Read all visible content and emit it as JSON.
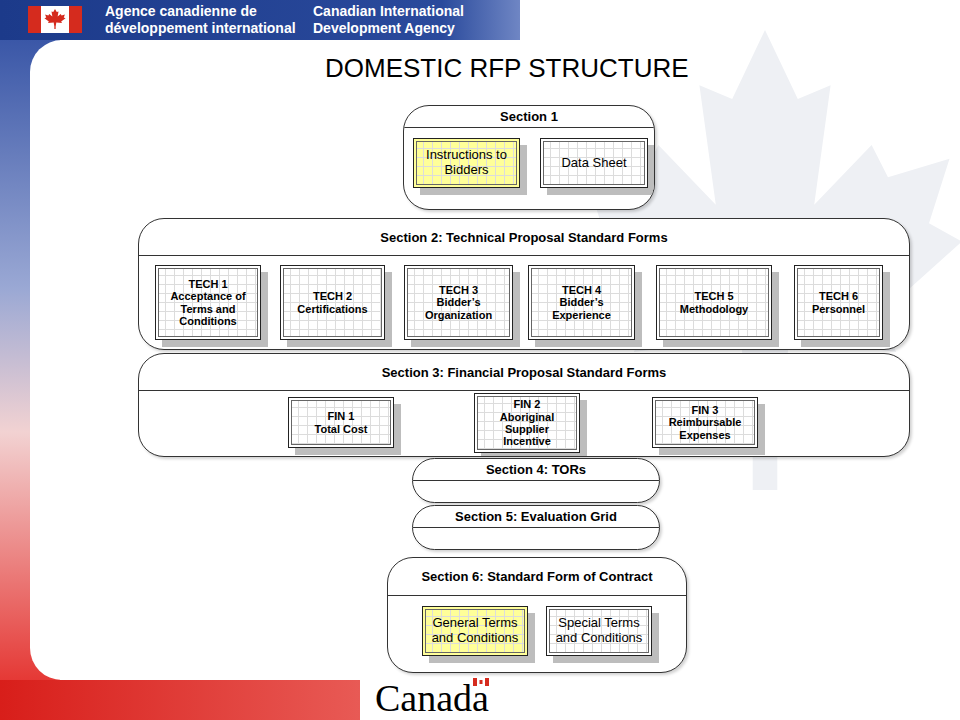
{
  "diagram": {
    "title": "DOMESTIC RFP STRUCTURE",
    "nodes": [
      {
        "text": [
          "Section 1"
        ]
      },
      {
        "text": [
          "Instructions to Bidders"
        ],
        "in": 0
      },
      {
        "text": [
          "Data Sheet"
        ],
        "in": 0
      },
      {
        "text": [
          "Section 2: Technical Proposal Standard Forms"
        ]
      },
      {
        "text": [
          "TECH 1",
          "Acceptance of Terms and Conditions"
        ],
        "in": 3
      },
      {
        "text": [
          "TECH 2",
          "Certifications"
        ],
        "in": 3
      },
      {
        "text": [
          "TECH 3",
          "Bidder’s Organization"
        ],
        "in": 3
      },
      {
        "text": [
          "TECH 4",
          "Bidder’s Experience"
        ],
        "in": 3
      },
      {
        "text": [
          "TECH 5",
          "Methodology"
        ],
        "in": 3
      },
      {
        "text": [
          "TECH 6",
          "Personnel"
        ],
        "in": 3
      },
      {
        "text": [
          "Section 3: Financial Proposal Standard Forms"
        ]
      },
      {
        "text": [
          "FIN 1",
          "Total Cost"
        ],
        "in": 10
      },
      {
        "text": [
          "FIN 2",
          "Aboriginal Supplier Incentive"
        ],
        "in": 10
      },
      {
        "text": [
          "FIN 3",
          "Reimbursable Expenses"
        ],
        "in": 10
      },
      {
        "text": [
          "Section 4: TORs"
        ]
      },
      {
        "text": [
          "Section 5: Evaluation Grid"
        ]
      },
      {
        "text": [
          "Section 6: Standard Form of Contract"
        ]
      },
      {
        "text": [
          "General Terms and Conditions"
        ],
        "in": 16
      },
      {
        "text": [
          "Special Terms and Conditions"
        ],
        "in": 16
      }
    ],
    "labels": [
      "Agence canadienne de",
      "développement international",
      "Canadian International",
      "Development Agency",
      "Canada"
    ]
  }
}
